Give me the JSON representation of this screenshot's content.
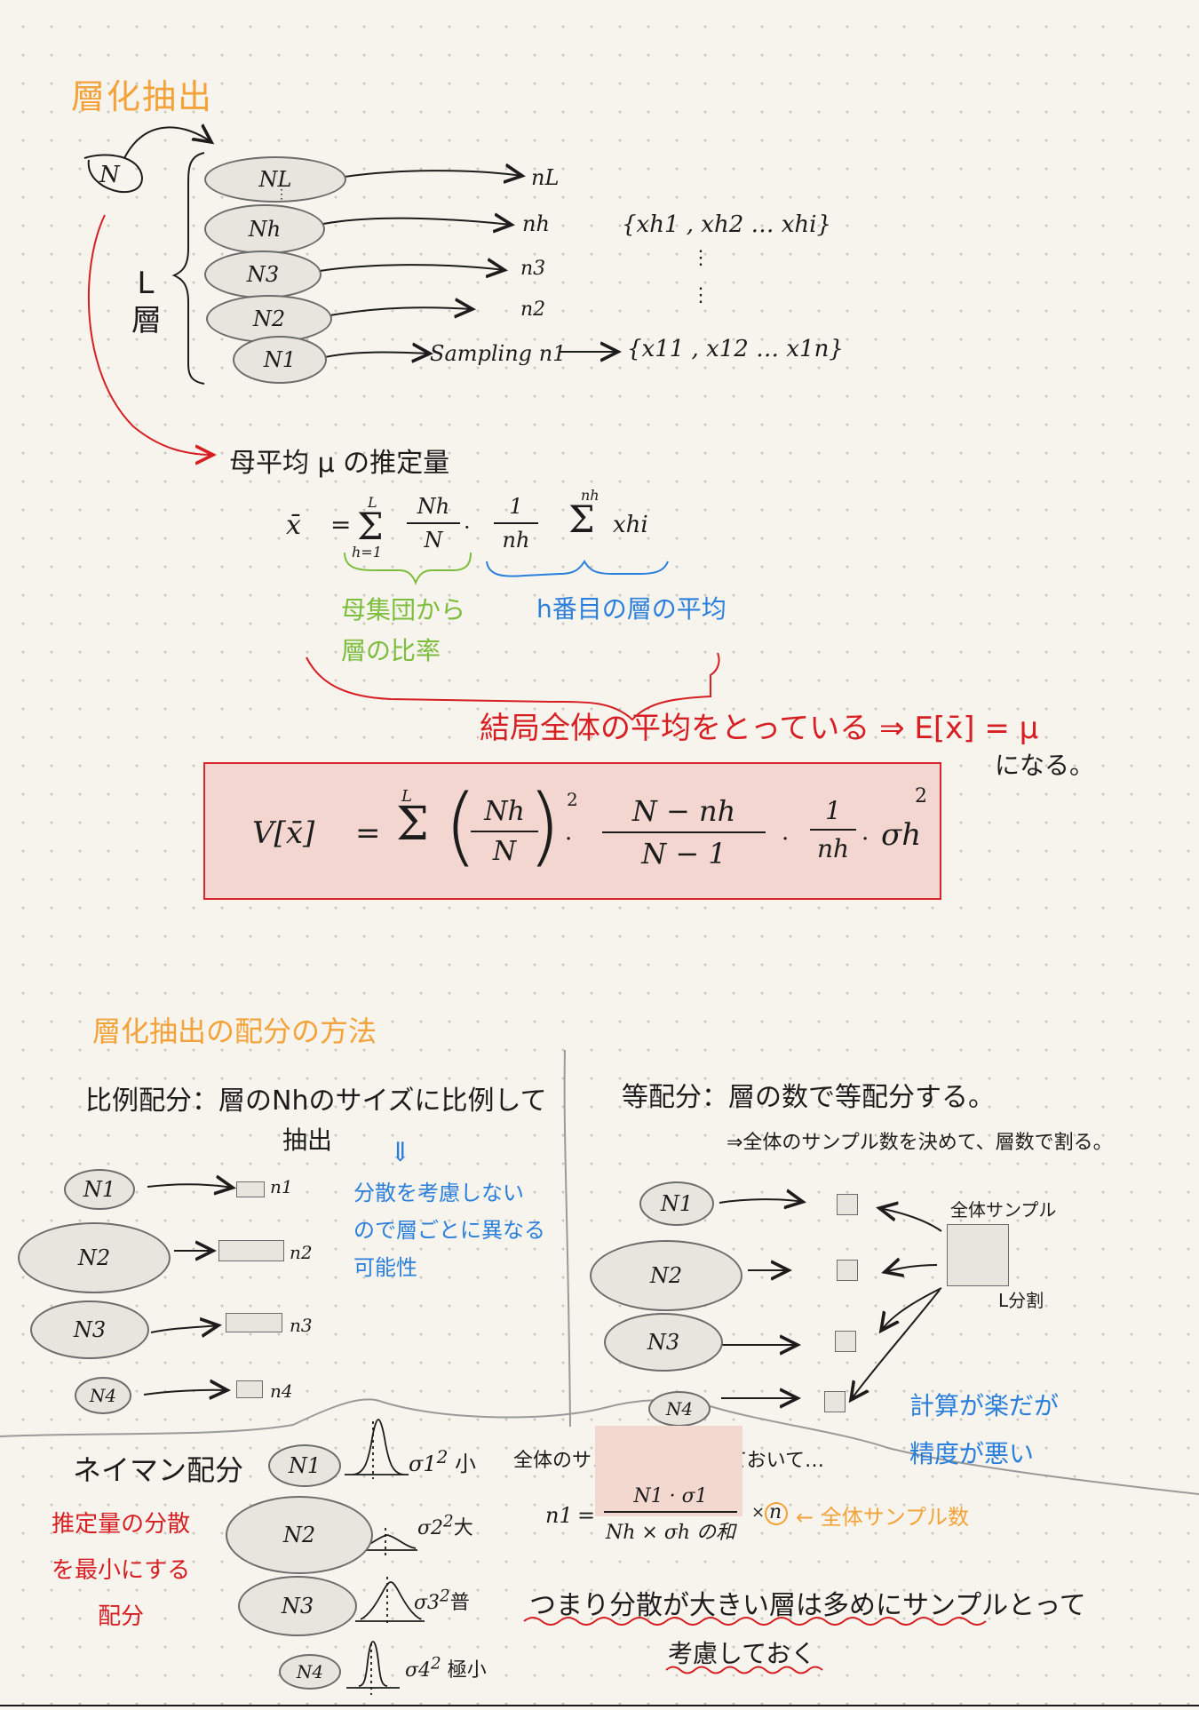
{
  "section1": {
    "title": "層化抽出",
    "population_label": "N",
    "strata_brace_label": "L層",
    "strata": [
      {
        "label": "NL",
        "sample": "nL",
        "sample_values": ""
      },
      {
        "label": "Nh",
        "sample": "nh",
        "sample_values": "{xh1 , xh2 … xhi}"
      },
      {
        "label": "N3",
        "sample": "n3",
        "sample_values": ""
      },
      {
        "label": "N2",
        "sample": "n2",
        "sample_values": ""
      },
      {
        "label": "N1",
        "sample": "n1",
        "sample_values": "{x11 , x12 … x1n}"
      }
    ],
    "sampling_label": "Sampling",
    "vertical_dots": "⋮"
  },
  "estimator": {
    "heading": "母平均 μ の推定量",
    "formula": {
      "lhs": "x̄",
      "eq": "=",
      "sum1_top": "L",
      "sum1_bottom": "h=1",
      "frac1_num": "Nh",
      "frac1_den": "N",
      "dot": "·",
      "frac2_num": "1",
      "frac2_den": "nh",
      "sum2_top": "nh",
      "term": "xhi"
    },
    "note_green": [
      "母集団から",
      "層の比率"
    ],
    "note_blue": "h番目の層の平均",
    "conclusion": "結局全体の平均をとっている ⇒ E[x̄] = μ",
    "conclusion_tail": "になる。"
  },
  "variance": {
    "lhs": "V[x̄]",
    "eq": "=",
    "sum_top": "L",
    "frac1_num": "Nh",
    "frac1_den": "N",
    "power": "2",
    "frac2_num": "N − nh",
    "frac2_den": "N − 1",
    "frac3_num": "1",
    "frac3_den": "nh",
    "sigma": "σh",
    "sigma_power": "2"
  },
  "allocation": {
    "title": "層化抽出の配分の方法",
    "proportional": {
      "title": "比例配分：層のNhのサイズに比例して",
      "title_line2": "抽出",
      "arrow": "⇓",
      "note_blue": [
        "分散を考慮しない",
        "ので層ごとに異なる",
        "可能性"
      ],
      "strata": [
        {
          "label": "N1",
          "sample": "n1"
        },
        {
          "label": "N2",
          "sample": "n2"
        },
        {
          "label": "N3",
          "sample": "n3"
        },
        {
          "label": "N4",
          "sample": "n4"
        }
      ]
    },
    "equal": {
      "title": "等配分：層の数で等配分する。",
      "subtitle": "⇒全体のサンプル数を決めて、層数で割る。",
      "whole_sample_label": "全体サンプル",
      "divide_label": "L分割",
      "note_blue": [
        "計算が楽だが",
        "精度が悪い"
      ],
      "strata": [
        "N1",
        "N2",
        "N3",
        "N4"
      ]
    },
    "neyman": {
      "title": "ネイマン配分",
      "note_red": [
        "推定量の分散",
        "を最小にする",
        "配分"
      ],
      "strata": [
        {
          "label": "N1",
          "sigma": "σ1",
          "size": "小"
        },
        {
          "label": "N2",
          "sigma": "σ2",
          "size": "大"
        },
        {
          "label": "N3",
          "sigma": "σ3",
          "size": "普"
        },
        {
          "label": "N4",
          "sigma": "σ4",
          "size": "極小"
        }
      ],
      "sigma_power": "2",
      "formula_intro": "全体のサンプル数を決めておいて…",
      "formula_lhs": "n1",
      "formula_eq": "=",
      "formula_num": "N1 · σ1",
      "formula_den": "Nh × σh の和",
      "formula_times": "×",
      "formula_n": "n",
      "formula_arrow_note": "← 全体サンプル数",
      "conclusion": "つまり分散が大きい層は多めにサンプルとって",
      "conclusion_line2": "考慮しておく"
    }
  }
}
